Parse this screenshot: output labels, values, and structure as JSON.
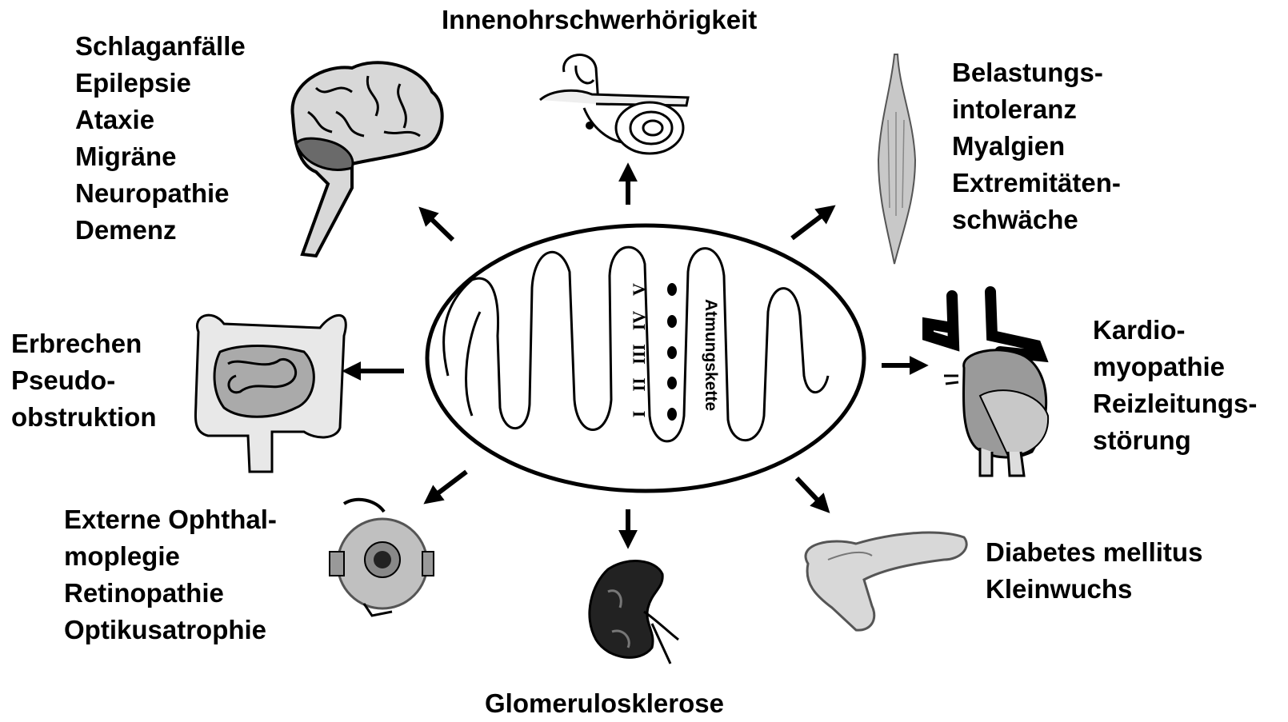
{
  "colors": {
    "ink": "#000000",
    "membrane": "#ffffff",
    "organ_light": "#d8d8d8",
    "organ_mid": "#9a9a9a",
    "organ_dark": "#3a3a3a"
  },
  "center": {
    "chain_label": "Atmungskette",
    "complexes": [
      "I",
      "II",
      "III",
      "IV",
      "V"
    ]
  },
  "organs": {
    "brain": {
      "icon": "brain-icon",
      "lines": [
        "Schlaganfälle",
        "Epilepsie",
        "Ataxie",
        "Migräne",
        "Neuropathie",
        "Demenz"
      ]
    },
    "ear": {
      "icon": "inner-ear-icon",
      "lines": [
        "Innenohrschwerhörigkeit"
      ]
    },
    "muscle": {
      "icon": "muscle-icon",
      "lines": [
        "Belastungs-",
        "intoleranz",
        "Myalgien",
        "Extremitäten-",
        "schwäche"
      ]
    },
    "intestine": {
      "icon": "intestine-icon",
      "lines": [
        "Erbrechen",
        "Pseudo-",
        "obstruktion"
      ]
    },
    "heart": {
      "icon": "heart-icon",
      "lines": [
        "Kardio-",
        "myopathie",
        "Reizleitungs-",
        "störung"
      ]
    },
    "eye": {
      "icon": "eye-icon",
      "lines": [
        "Externe Ophthal-",
        "moplegie",
        "Retinopathie",
        "Optikusatrophie"
      ]
    },
    "kidney": {
      "icon": "kidney-icon",
      "lines": [
        "Glomerulosklerose"
      ]
    },
    "pancreas": {
      "icon": "pancreas-icon",
      "lines": [
        "Diabetes mellitus",
        "Kleinwuchs"
      ]
    }
  }
}
